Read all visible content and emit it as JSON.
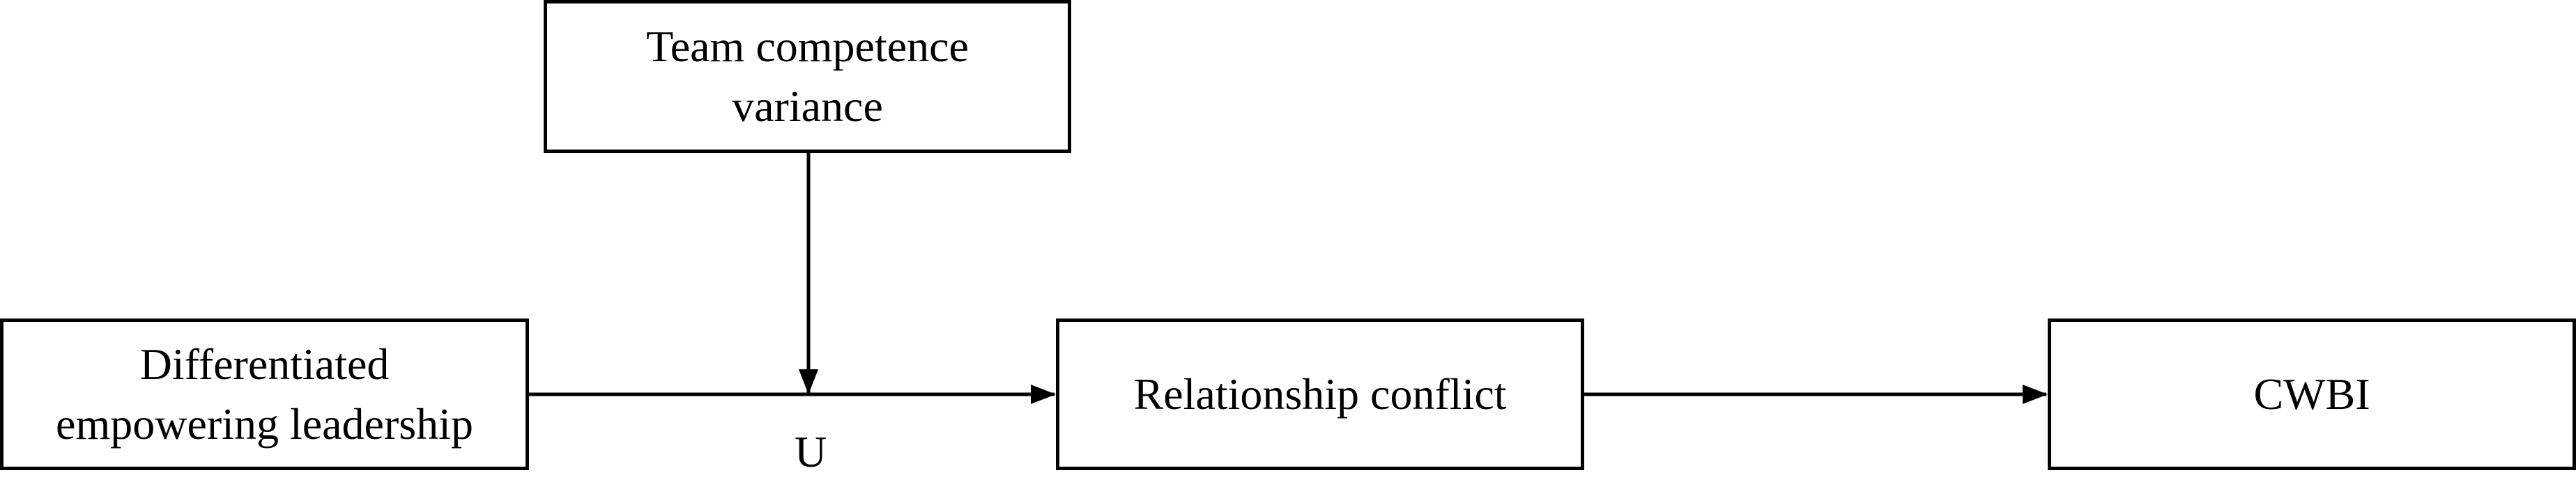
{
  "diagram": {
    "nodes": {
      "moderator": "Team competence\nvariance",
      "predictor": "Differentiated\nempowering leadership",
      "mediator": "Relationship conflict",
      "outcome": "CWBI"
    },
    "edges": [
      {
        "from": "predictor",
        "to": "mediator",
        "label": "U"
      },
      {
        "from": "moderator",
        "to": "predictor-mediator path",
        "label": ""
      },
      {
        "from": "mediator",
        "to": "outcome",
        "label": ""
      }
    ],
    "path_label": "U",
    "colors": {
      "stroke": "#000000",
      "background": "#ffffff",
      "text": "#000000"
    }
  }
}
